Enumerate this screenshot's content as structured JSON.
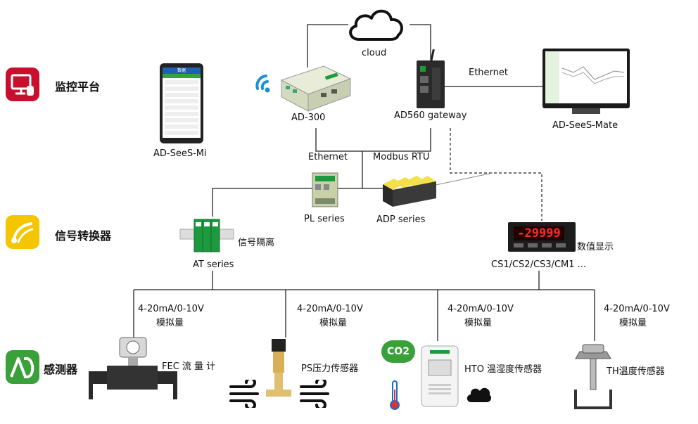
{
  "categories": {
    "monitoring": {
      "label": "监控平台",
      "color": "#c8102e"
    },
    "converter": {
      "label": "信号转换器",
      "color": "#f3c600"
    },
    "sensor": {
      "label": "感测器",
      "color": "#3aa03a"
    }
  },
  "cloud": {
    "label": "cloud"
  },
  "devices": {
    "ad300": "AD-300",
    "gateway": "AD560 gateway",
    "mate": "AD-SeeS-Mate",
    "mi": "AD-SeeS-Mi",
    "pl": "PL series",
    "adp": "ADP series",
    "at": "AT series",
    "cs": "CS1/CS2/CS3/CM1 ...",
    "fec": "FEC 流 量 计",
    "ps": "PS压力传感器",
    "hto": "HTO 温湿度传感器",
    "th": "TH温度传感器"
  },
  "connections": {
    "ethernet_top": "Ethernet",
    "ethernet_mid": "Ethernet",
    "modbus": "Modbus RTU",
    "isolation": "信号隔离",
    "display": "数值显示"
  },
  "signals": [
    {
      "range": "4-20mA/0-10V",
      "unit": "模拟量"
    },
    {
      "range": "4-20mA/0-10V",
      "unit": "模拟量"
    },
    {
      "range": "4-20mA/0-10V",
      "unit": "模拟量"
    },
    {
      "range": "4-20mA/0-10V",
      "unit": "模拟量"
    }
  ],
  "panel_display": "-29999",
  "phone_title": "数据",
  "co2_label": "CO2",
  "icons": {
    "wifi": "wifi-icon",
    "cloud": "cloud-icon",
    "thermometer": "thermometer-icon",
    "wind": "wind-icon"
  }
}
